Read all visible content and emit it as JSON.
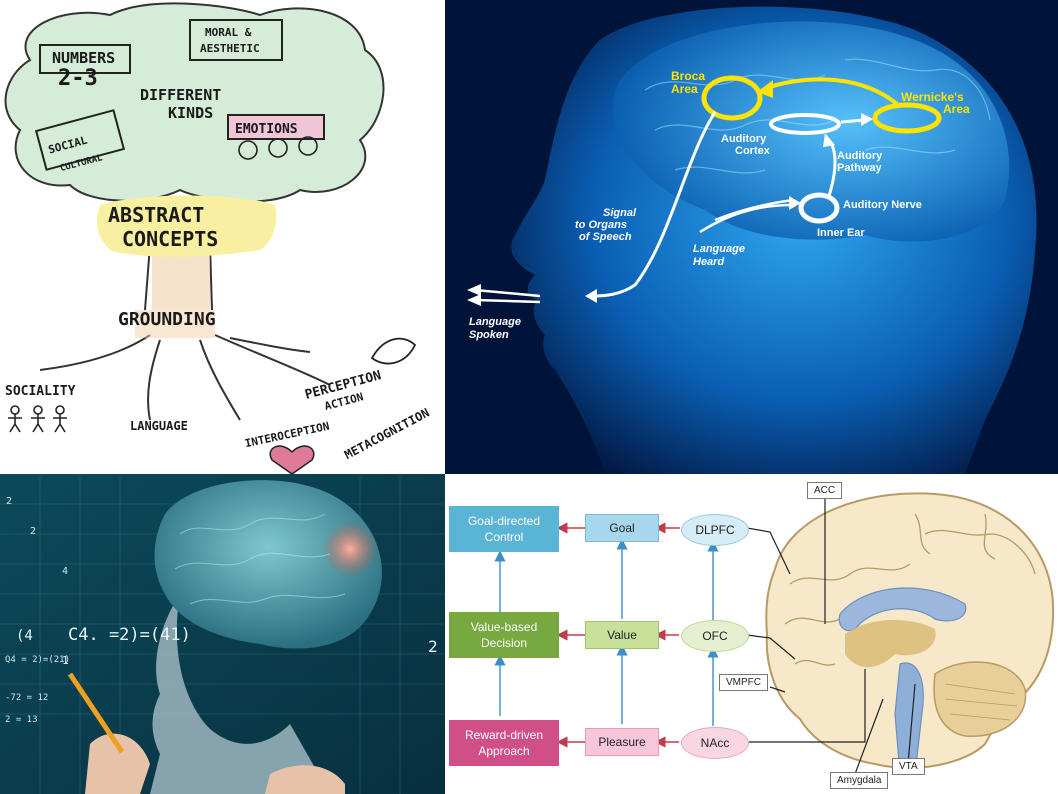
{
  "sketch": {
    "numbers": "NUMBERS",
    "numbers_digits": "2-3",
    "moral": "MORAL &",
    "aesthetic": "AESTHETIC",
    "different": "DIFFERENT",
    "kinds": "KINDS",
    "social": "SOCIAL",
    "cultural": "CULTURAL",
    "emotions": "EMOTIONS",
    "abstract": "ABSTRACT",
    "concepts": "CONCEPTS",
    "grounding": "GROUNDING",
    "sociality": "SOCIALITY",
    "language": "LANGUAGE",
    "perception": "PERCEPTION",
    "action": "ACTION",
    "interoception": "INTEROCEPTION",
    "metacognition": "METACOGNITION"
  },
  "language_brain": {
    "broca": [
      "Broca",
      "Area"
    ],
    "wernicke": [
      "Wernicke's",
      "Area"
    ],
    "auditory_cortex": [
      "Auditory",
      "Cortex"
    ],
    "auditory_pathway": [
      "Auditory",
      "Pathway"
    ],
    "auditory_nerve": "Auditory Nerve",
    "inner_ear": "Inner Ear",
    "signal": [
      "Signal",
      "to Organs",
      "of Speech"
    ],
    "language_heard": [
      "Language",
      "Heard"
    ],
    "language_spoken": [
      "Language",
      "Spoken"
    ]
  },
  "math_scene": {
    "eq1": "C4. =2)=(41)",
    "eq2": "Q4 = 2)=(21)",
    "eq3": "-72 = 12",
    "eq4": "2 = 13",
    "num_a": "(4",
    "num_b": "1",
    "num_c": "2",
    "num_d": "2",
    "num_e": "2",
    "num_f": "4"
  },
  "circuit": {
    "boxes": {
      "goal_directed": "Goal-directed Control",
      "value_based": "Value-based Decision",
      "reward_driven": "Reward-driven Approach",
      "goal": "Goal",
      "value": "Value",
      "pleasure": "Pleasure"
    },
    "nodes": {
      "dlpfc": "DLPFC",
      "ofc": "OFC",
      "nacc": "NAcc"
    },
    "labels": {
      "acc": "ACC",
      "vmpfc": "VMPFC",
      "amygdala": "Amygdala",
      "vta": "VTA"
    },
    "colors": {
      "goal_directed": "#5ab4d6",
      "value_based": "#77a940",
      "reward_driven": "#d04f86",
      "goal": "#a7d7ec",
      "value": "#c8e09a",
      "pleasure": "#f7c7d9",
      "dlpfc": "#d6ecf7",
      "ofc": "#e4f0cf",
      "nacc": "#f9d7e2",
      "up_arrow": "#3b8ec8",
      "left_arrow": "#c23b4c"
    }
  }
}
